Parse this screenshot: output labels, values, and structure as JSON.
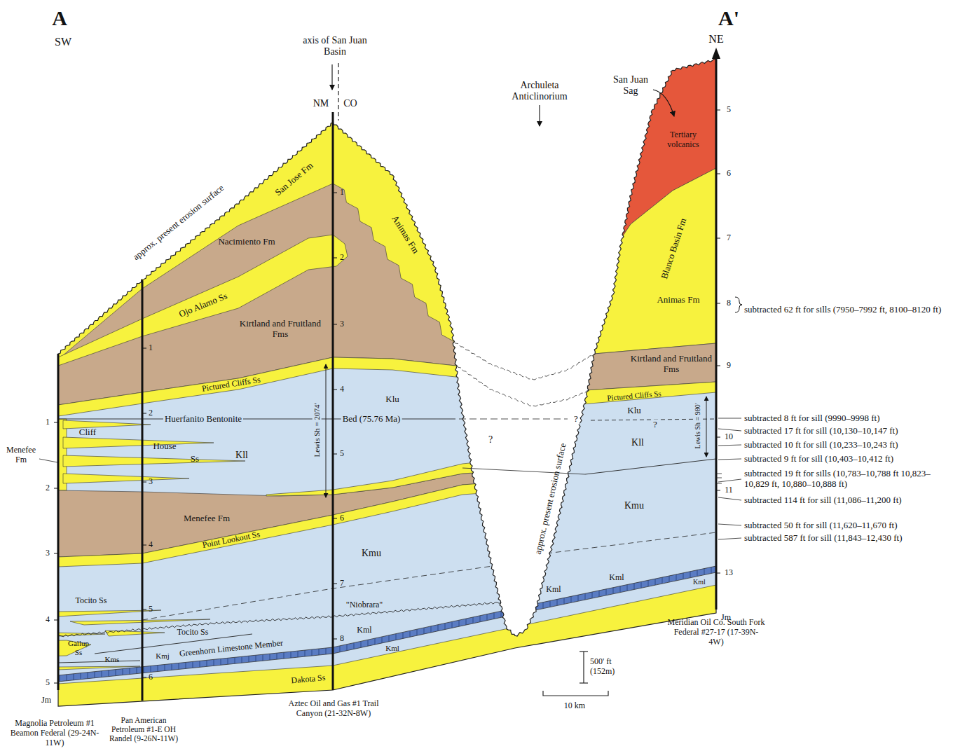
{
  "diagram": {
    "labels": [
      "A",
      "SW",
      "A'",
      "NE",
      "axis of San Juan Basin",
      "NM",
      "CO",
      "Archuleta Anticlinorium",
      "San Juan Sag",
      "Tertiary volcanics",
      "approx. present erosion surface",
      "San Jose Fm",
      "Nacimiento Fm",
      "Ojo Alamo Ss",
      "Kirtland and Fruitland Fms",
      "Animas Fm",
      "Pictured Cliffs Ss",
      "Klu",
      "Huerfanito Bentonite",
      "Bed (75.76 Ma)",
      "Lewis Sh = 2074'",
      "Cliff",
      "House",
      "Ss",
      "Menefee Fm",
      "Kll",
      "Menefee Fm",
      "Point Lookout Ss",
      "Kmu",
      "Tocito Ss",
      "Tocito Ss",
      "\"Niobrara\"",
      "Gallup Ss",
      "Kmj",
      "Kms",
      "Greenhorn Limestone Member",
      "Kml",
      "Kml",
      "Dakota Ss",
      "Kml",
      "Kml",
      "Kml",
      "Jm",
      "Jm",
      "Magnolia Petroleum #1 Beamon Federal (29-24N-11W)",
      "Pan American Petroleum #1-E OH Randel (9-26N-11W)",
      "Aztec Oil and Gas #1 Trail Canyon (21-32N-8W)",
      "Meridian Oil Co. South Fork Federal #27-17 (17-39N-4W)",
      "approx. present erosion surface",
      "?",
      "?",
      "?",
      "Blanco Basin Fm",
      "Animas Fm",
      "Kirtland and Fruitland Fms",
      "Pictured Cliffs Ss",
      "Klu",
      "Kll",
      "Lewis Sh = 980'",
      "Kmu",
      "1",
      "2",
      "3",
      "4",
      "5",
      "1",
      "2",
      "3",
      "4",
      "5",
      "6",
      "1",
      "2",
      "3",
      "4",
      "5",
      "6",
      "7",
      "8",
      "5",
      "6",
      "7",
      "8",
      "9",
      "10",
      "11",
      "13",
      "subtracted 62 ft for sills (7950–7992 ft, 8100–8120 ft)",
      "subtracted 8 ft for sill (9990–9998 ft)",
      "subtracted 17 ft for sill (10,130–10,147 ft)",
      "subtracted 10 ft for sill (10,233–10,243 ft)",
      "subtracted 9 ft for sill (10,403–10,412 ft)",
      "subtracted 19 ft for sills (10,783–10,788 ft 10,823–10,829 ft, 10,880–10,888 ft)",
      "subtracted 114 ft for sill (11,086–11,200 ft)",
      "subtracted 50 ft for sill (11,620–11,670 ft)",
      "subtracted 587 ft for sill (11,843–12,430 ft)",
      "500' ft (152m)",
      "10 km"
    ]
  }
}
